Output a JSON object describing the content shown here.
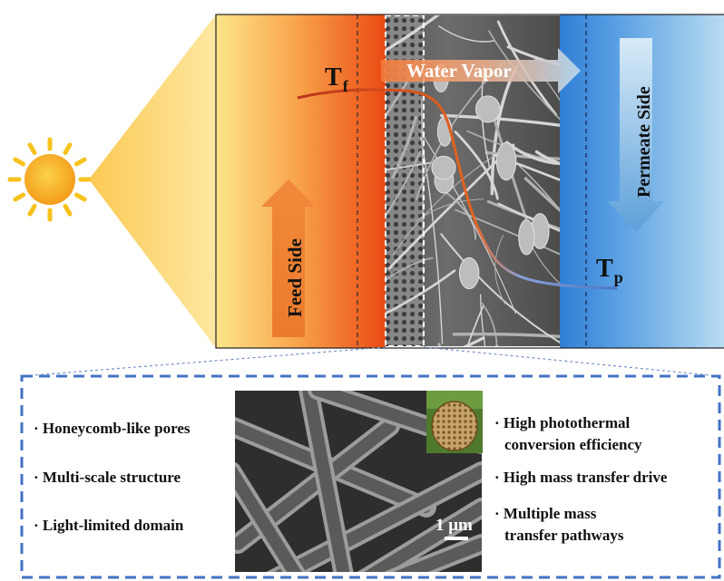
{
  "diagram": {
    "labels": {
      "t_f": "T",
      "t_f_sub": "f",
      "t_p": "T",
      "t_p_sub": "p",
      "water_vapor": "Water Vapor",
      "permeate_side": "Permeate Side",
      "feed_side": "Feed Side",
      "scale_bar": "1 μm"
    },
    "features_left": [
      "· Honeycomb-like pores",
      "· Multi-scale structure",
      "· Light-limited domain"
    ],
    "features_right": [
      "· High photothermal",
      "conversion  efficiency",
      "· High mass transfer drive",
      "· Multiple mass",
      "transfer pathways"
    ],
    "colors": {
      "feed_gradient_start": "#fde58a",
      "feed_gradient_end": "#ea4a12",
      "permeate_gradient_start": "#2f7fd6",
      "permeate_gradient_end": "#b9dcf2",
      "sun_core": "#f6a21a",
      "sun_rays": "#f7c21d",
      "light_beam": "#fbd26a",
      "frame_dashed": "#4472c4"
    }
  }
}
